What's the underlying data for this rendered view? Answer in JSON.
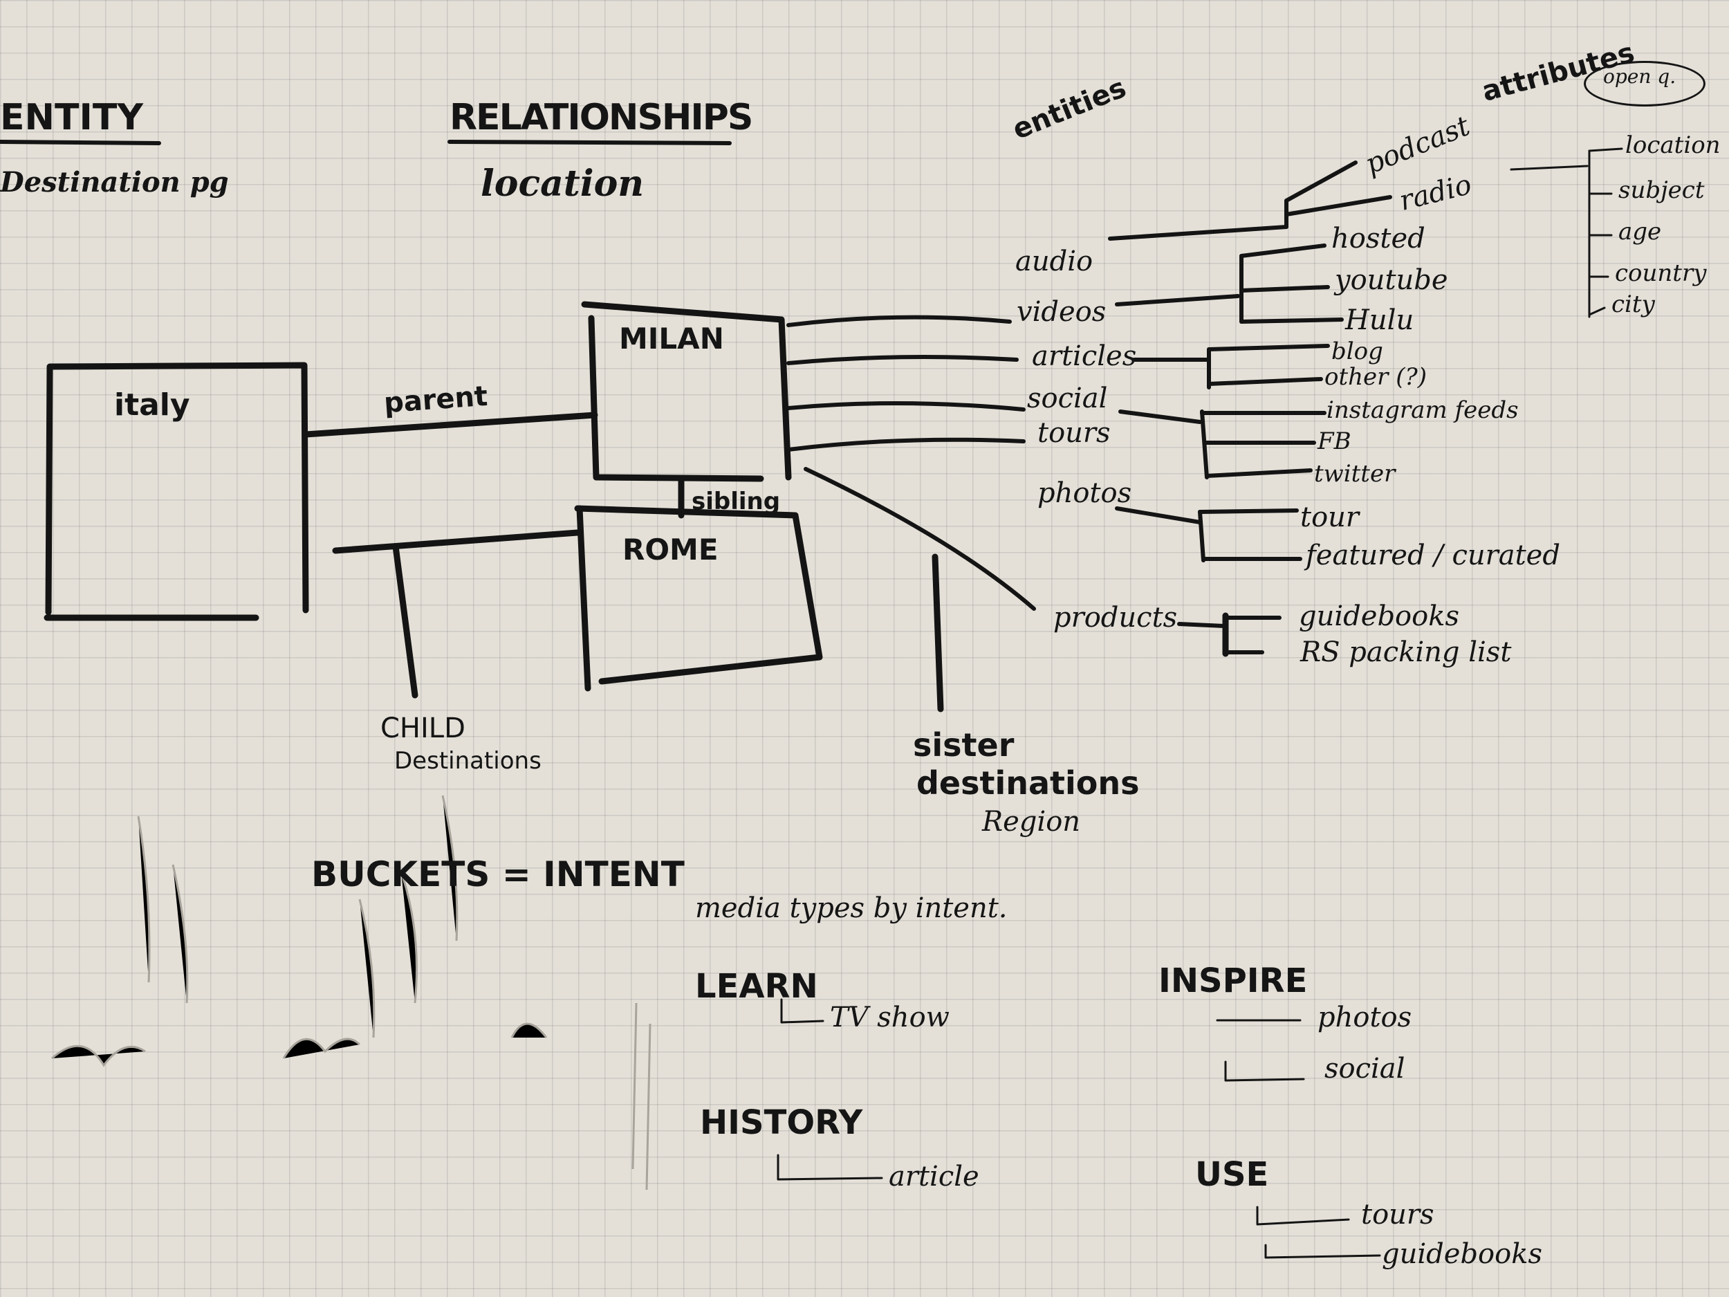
{
  "headings": {
    "entity": "ENTITY",
    "entity_sub": "Destination pg",
    "relationships": "RELATIONSHIPS",
    "relationships_sub": "location",
    "entities": "entities",
    "attributes": "attributes",
    "open_q": "open q."
  },
  "nodes": {
    "italy": "italy",
    "milan": "MILAN",
    "rome": "ROME"
  },
  "relations": {
    "parent": "parent",
    "sibling": "sibling",
    "child": "CHILD",
    "child_sub": "Destinations",
    "sister": "sister",
    "sister_sub": "destinations",
    "region": "Region"
  },
  "media": {
    "audio": "audio",
    "videos": "videos",
    "articles": "articles",
    "social": "social",
    "tours": "tours",
    "photos": "photos",
    "products": "products"
  },
  "sub_items": {
    "podcast": "podcast",
    "radio": "radio",
    "hosted": "hosted",
    "youtube": "youtube",
    "hulu": "Hulu",
    "blog": "blog",
    "other": "other (?)",
    "instagram": "instagram feeds",
    "fb": "FB",
    "twitter": "twitter",
    "tour": "tour",
    "featured": "featured / curated",
    "guidebooks": "guidebooks",
    "packing": "RS packing list"
  },
  "attribute_items": [
    "location",
    "subject",
    "age",
    "country",
    "city"
  ],
  "buckets": {
    "title": "BUCKETS = INTENT",
    "subtitle": "media types by intent.",
    "learn": "LEARN",
    "learn_item": "TV show",
    "history": "HISTORY",
    "history_item": "article",
    "inspire": "INSPIRE",
    "inspire_items": [
      "photos",
      "social"
    ],
    "use": "USE",
    "use_items": [
      "tours",
      "guidebooks"
    ]
  }
}
